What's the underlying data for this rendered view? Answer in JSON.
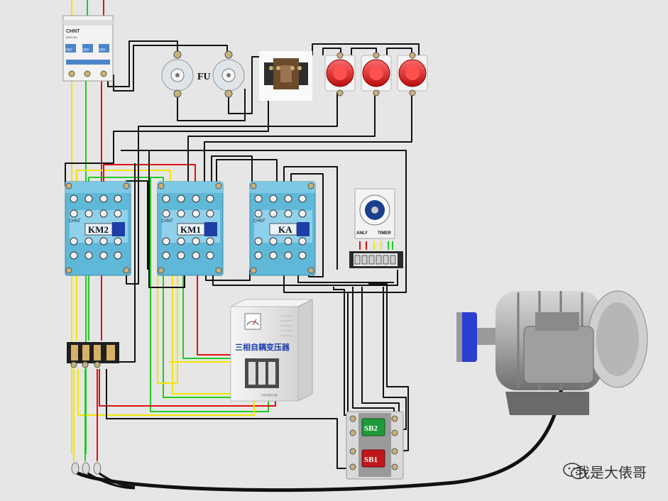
{
  "labels": {
    "breaker_brand": "CHNT",
    "breaker_model": "DZ47-60",
    "breaker_off": "OFF",
    "fuse": "FU",
    "km2": "KM2",
    "km1": "KM1",
    "ka": "KA",
    "contactor_brand": "CHNT",
    "timer_brand": "ANLY",
    "timer_type": "TIMER",
    "transformer": "三相自耦变压器",
    "transformer_plate": "三相自耦变压器",
    "sb2": "SB2",
    "sb1": "SB1",
    "watermark": "我是大俵哥"
  },
  "colors": {
    "yellow": "#f2e600",
    "green": "#22cc22",
    "red": "#e01010",
    "black": "#111111",
    "contactor": "#5fb8d8",
    "lamp": "#e41b1b",
    "sb2": "#1f9a3a",
    "sb1": "#c0171c",
    "motor_flange": "#2a3fd0"
  }
}
